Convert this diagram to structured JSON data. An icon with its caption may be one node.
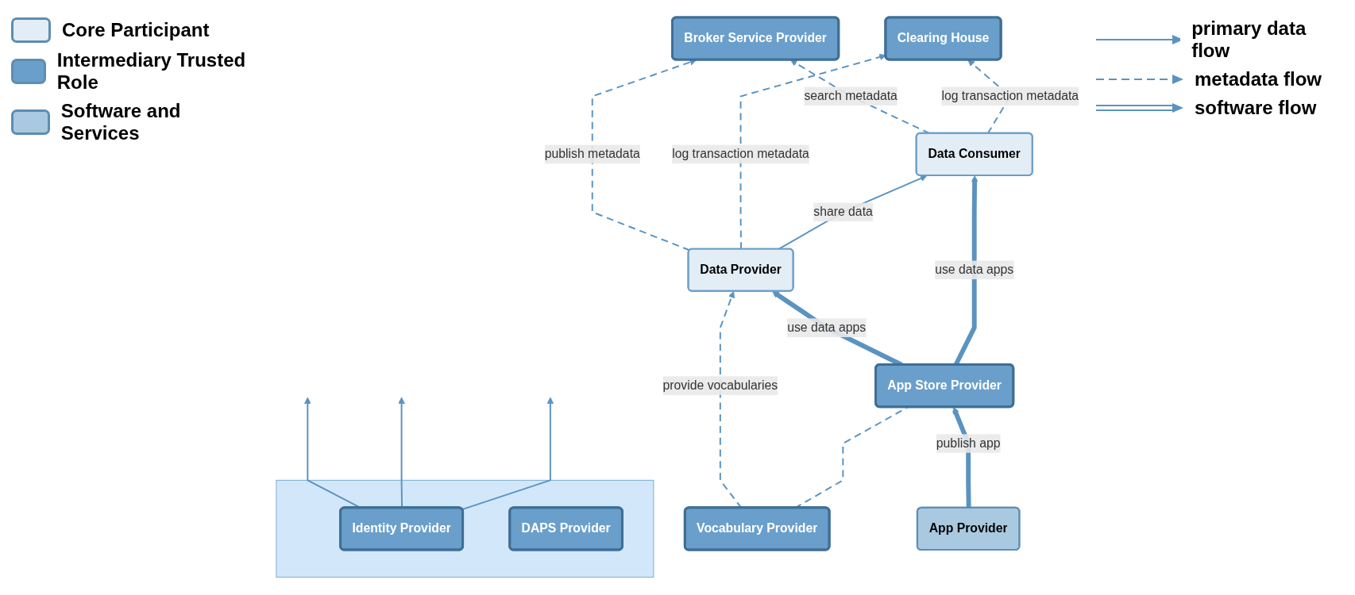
{
  "diagram": {
    "nodes": [
      {
        "text": [
          "Broker Service Provider"
        ]
      },
      {
        "text": [
          "Clearing House"
        ]
      },
      {
        "text": [
          "Data Provider"
        ]
      },
      {
        "text": [
          "Data Consumer"
        ]
      },
      {
        "text": [],
        "shape": "box"
      },
      {
        "text": [
          "Identity Provider"
        ],
        "in": 4
      },
      {
        "text": [
          "DAPS Provider"
        ],
        "in": 4
      },
      {
        "text": [
          "Vocabulary Provider"
        ]
      },
      {
        "text": [
          "App Store Provider"
        ]
      },
      {
        "text": [
          "App Provider"
        ]
      }
    ],
    "edges": [
      {
        "from": 2,
        "to": 0,
        "arrow": "to",
        "style": "dashed",
        "label": "publish metadata"
      },
      {
        "from": 3,
        "to": 0,
        "arrow": "to",
        "style": "dashed",
        "label": "search metadata"
      },
      {
        "from": 2,
        "to": 1,
        "arrow": "to",
        "style": "dashed",
        "label": "log transaction metadata"
      },
      {
        "from": 3,
        "to": 1,
        "arrow": "to",
        "style": "dashed",
        "label": "log transaction metadata"
      },
      {
        "from": 2,
        "to": 3,
        "arrow": "to",
        "label": "share data"
      },
      {
        "from": 7,
        "to": 2,
        "arrow": "to",
        "style": "dashed",
        "label": "provide vocabularies"
      },
      {
        "from": 8,
        "to": 2,
        "arrow": "to",
        "style": "thick",
        "label": "use data apps"
      },
      {
        "from": 8,
        "to": 3,
        "arrow": "to",
        "style": "thick",
        "label": "use data apps"
      },
      {
        "from": 9,
        "to": 8,
        "arrow": "to",
        "style": "thick",
        "label": "publish app"
      },
      {
        "from": 7,
        "to": 8,
        "arrow": "none",
        "style": "dashed"
      },
      {
        "from": 5,
        "to": null,
        "arrow": "to"
      },
      {
        "from": 5,
        "to": null,
        "arrow": "to"
      },
      {
        "from": 5,
        "to": null,
        "arrow": "to"
      }
    ],
    "legend": [
      {
        "text": "Core Participant",
        "color": "#e3edf6"
      },
      {
        "text": "Intermediary Trusted  Role",
        "color": "#6a9fcb"
      },
      {
        "text": "Software and Services",
        "color": "#a9c9e0"
      },
      {
        "text": "primary data flow"
      },
      {
        "text": "metadata flow"
      },
      {
        "text": "software flow"
      }
    ]
  }
}
